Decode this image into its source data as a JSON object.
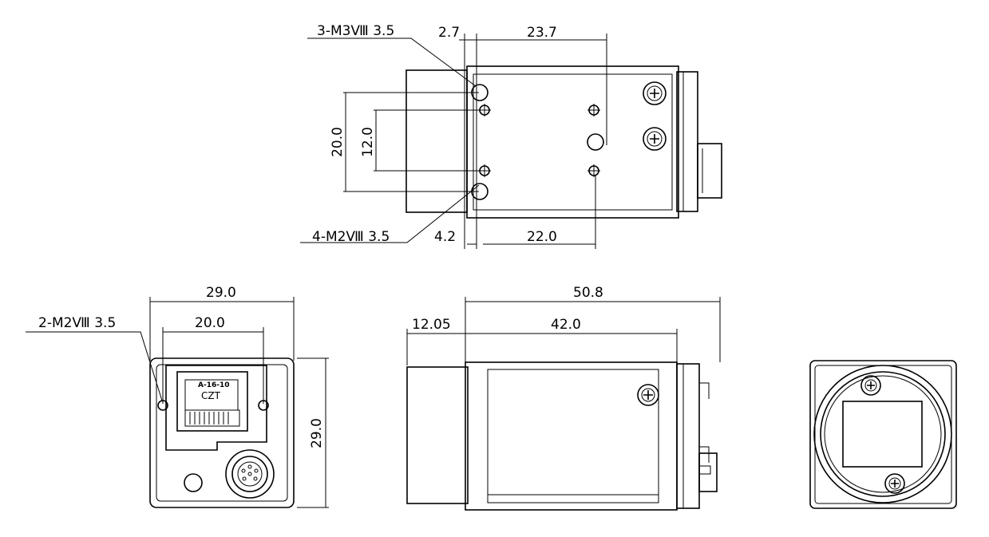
{
  "top_view": {
    "callout_m3": "3-M3Ⅷ 3.5",
    "callout_m2": "4-M2Ⅷ 3.5",
    "dim_2_7": "2.7",
    "dim_23_7": "23.7",
    "dim_20_0_v": "20.0",
    "dim_12_0_v": "12.0",
    "dim_4_2": "4.2",
    "dim_22_0": "22.0"
  },
  "rear_view": {
    "callout_m2": "2-M2Ⅷ 3.5",
    "dim_29_0_h": "29.0",
    "dim_20_0_h": "20.0",
    "dim_29_0_v": "29.0",
    "connector_code": "A-16-10",
    "connector_brand": "CZT"
  },
  "side_view": {
    "dim_50_8": "50.8",
    "dim_12_05": "12.05",
    "dim_42_0": "42.0"
  }
}
